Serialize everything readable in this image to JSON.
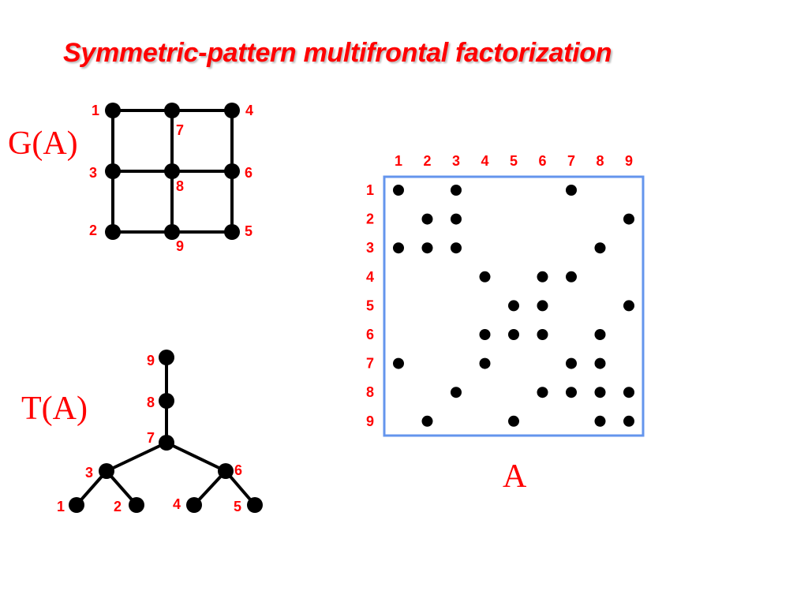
{
  "title": "Symmetric-pattern multifrontal factorization",
  "graph": {
    "label": "G(A)",
    "nodes": [
      "1",
      "7",
      "4",
      "3",
      "8",
      "6",
      "2",
      "9",
      "5"
    ],
    "edges": [
      [
        "1",
        "7"
      ],
      [
        "7",
        "4"
      ],
      [
        "3",
        "8"
      ],
      [
        "8",
        "6"
      ],
      [
        "2",
        "9"
      ],
      [
        "9",
        "5"
      ],
      [
        "1",
        "3"
      ],
      [
        "3",
        "2"
      ],
      [
        "7",
        "8"
      ],
      [
        "8",
        "9"
      ],
      [
        "4",
        "6"
      ],
      [
        "6",
        "5"
      ]
    ]
  },
  "tree": {
    "label": "T(A)",
    "nodes": [
      "9",
      "8",
      "7",
      "3",
      "6",
      "1",
      "2",
      "4",
      "5"
    ],
    "edges": [
      [
        "9",
        "8"
      ],
      [
        "8",
        "7"
      ],
      [
        "7",
        "3"
      ],
      [
        "7",
        "6"
      ],
      [
        "3",
        "1"
      ],
      [
        "3",
        "2"
      ],
      [
        "6",
        "4"
      ],
      [
        "6",
        "5"
      ]
    ]
  },
  "matrix": {
    "label": "A",
    "row_labels": [
      "1",
      "2",
      "3",
      "4",
      "5",
      "6",
      "7",
      "8",
      "9"
    ],
    "col_labels": [
      "1",
      "2",
      "3",
      "4",
      "5",
      "6",
      "7",
      "8",
      "9"
    ],
    "nonzeros": {
      "1": [
        1,
        3,
        7
      ],
      "2": [
        2,
        3,
        9
      ],
      "3": [
        1,
        2,
        3,
        8
      ],
      "4": [
        4,
        6,
        7
      ],
      "5": [
        5,
        6,
        9
      ],
      "6": [
        4,
        5,
        6,
        8
      ],
      "7": [
        1,
        4,
        7,
        8
      ],
      "8": [
        3,
        6,
        7,
        8,
        9
      ],
      "9": [
        2,
        5,
        8,
        9
      ]
    },
    "border_color": "#6495ed"
  },
  "colors": {
    "accent": "#ff0000",
    "node": "#000000"
  }
}
